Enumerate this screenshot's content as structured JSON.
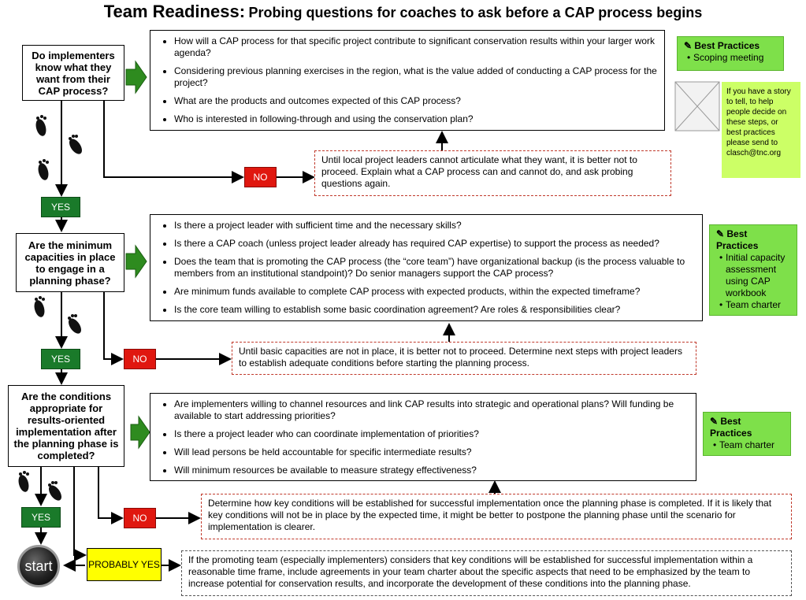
{
  "title": {
    "main": "Team Readiness:",
    "sub": "Probing questions for coaches to ask before a CAP process begins"
  },
  "labels": {
    "yes": "YES",
    "no": "NO",
    "probably_yes": "PROBABLY YES",
    "start": "start"
  },
  "colors": {
    "arrow_green": "#2e8b1f",
    "yes_green": "#1a7a2a",
    "no_red": "#e0170f",
    "best_practice_green": "#7ee04a",
    "probably_yellow": "#ffff00"
  },
  "stage1": {
    "question": "Do implementers know what they want from their CAP process?",
    "bullets": [
      "How will a CAP process for that specific project contribute to significant conservation results within your larger work agenda?",
      "Considering previous planning exercises in the region, what is the value added of conducting a CAP process for the project?",
      "What are the products and outcomes expected of this CAP process?",
      "Who is interested in following-through and using the conservation plan?"
    ],
    "no_note": "Until local project leaders cannot articulate what they want, it is better not to proceed. Explain what a CAP process can and cannot do, and ask probing questions again.",
    "best_practices": {
      "heading": "Best Practices",
      "items": [
        "Scoping meeting"
      ]
    }
  },
  "stage2": {
    "question": "Are the minimum capacities in place to engage in a planning phase?",
    "bullets": [
      "Is there a project leader with sufficient time and the necessary skills?",
      "Is there a CAP coach (unless project leader already has required CAP expertise) to support the process as needed?",
      "Does the team that is promoting the CAP process (the “core team”) have organizational backup (is the process valuable to members from an institutional standpoint)? Do senior managers support the CAP process?",
      "Are minimum funds available to complete CAP process with expected products, within the expected timeframe?",
      "Is the core team willing to establish some basic coordination agreement?  Are roles & responsibilities clear?"
    ],
    "no_note": "Until basic capacities are not in place, it is better not to proceed. Determine next steps with project leaders to establish adequate conditions before starting the planning process.",
    "best_practices": {
      "heading": "Best Practices",
      "items": [
        "Initial capacity assessment using CAP workbook",
        "Team charter"
      ]
    }
  },
  "stage3": {
    "question": "Are the conditions appropriate for results-oriented implementation after the planning phase is completed?",
    "bullets": [
      "Are implementers willing to channel resources and link CAP results into strategic and operational plans? Will funding be available to start addressing priorities?",
      "Is there a project leader who can coordinate implementation of priorities?",
      "Will lead persons be held accountable for specific intermediate results?",
      "Will minimum resources be available to measure strategy effectiveness?"
    ],
    "no_note": "Determine how key conditions will be established for successful implementation once the planning phase is completed. If it is likely that key conditions will not be in place by the expected time, it might be better to postpone the planning phase until the scenario for implementation is clearer.",
    "probably_note": "If the promoting team (especially implementers) considers that key conditions will be established for successful implementation within a reasonable time frame, include agreements in your team charter about the specific aspects that need to be emphasized by the team to increase potential for conservation results, and incorporate the development of these conditions into the planning phase.",
    "best_practices": {
      "heading": "Best Practices",
      "items": [
        "Team charter"
      ]
    }
  },
  "story_note": "If you have a story to tell, to help people decide on these steps, or best practices please send  to clasch@tnc.org"
}
